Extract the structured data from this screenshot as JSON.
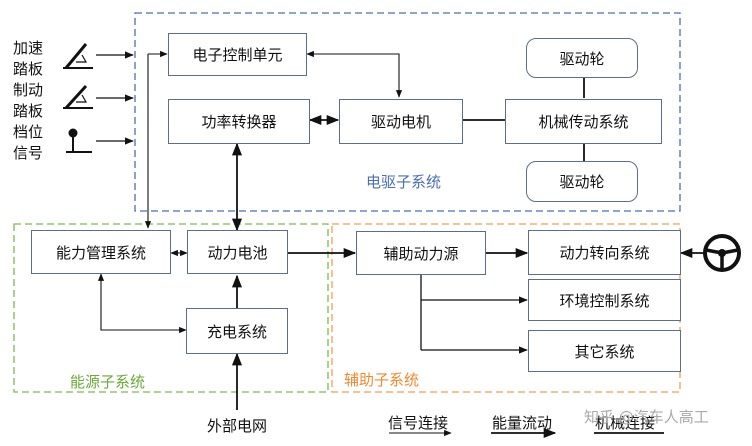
{
  "inputs": {
    "accel": [
      "加速",
      "踏板"
    ],
    "brake": [
      "制动",
      "踏板"
    ],
    "gear": [
      "档位",
      "信号"
    ]
  },
  "subsystems": {
    "drive": "电驱子系统",
    "energy": "能源子系统",
    "aux": "辅助子系统"
  },
  "nodes": {
    "ecu": "电子控制单元",
    "converter": "功率转换器",
    "motor": "驱动电机",
    "mech": "机械传动系统",
    "wheel_top": "驱动轮",
    "wheel_bottom": "驱动轮",
    "ems": "能力管理系统",
    "battery": "动力电池",
    "charger": "充电系统",
    "aux_power": "辅助动力源",
    "steering": "动力转向系统",
    "climate": "环境控制系统",
    "other": "其它系统"
  },
  "external": "外部电网",
  "legend": {
    "signal": "信号连接",
    "energy": "能量流动",
    "mechanical": "机械连接"
  },
  "watermark": "知乎 @汽车人高工",
  "colors": {
    "drive_border": "#4a6fb5",
    "drive_text": "#4a6fb5",
    "energy_border": "#7dbb4c",
    "energy_text": "#6aaa3a",
    "aux_border": "#f0a050",
    "aux_text": "#f08a30",
    "node_border": "#5b6f8c"
  }
}
